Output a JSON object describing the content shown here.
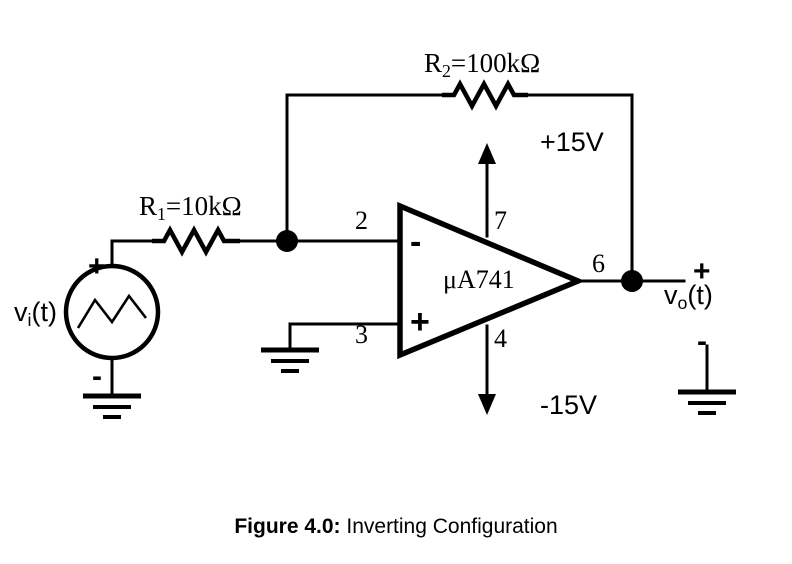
{
  "figure": {
    "caption_label": "Figure 4.0:",
    "caption_text": "Inverting Configuration"
  },
  "components": {
    "r1_label": "R",
    "r1_sub": "1",
    "r1_value": "=10kΩ",
    "r2_label": "R",
    "r2_sub": "2",
    "r2_value": "=100kΩ",
    "opamp_label": "μA741",
    "inverting_sign": "-",
    "non_inverting_sign": "+"
  },
  "pins": {
    "inverting_input": "2",
    "non_inverting_input": "3",
    "positive_supply": "7",
    "negative_supply": "4",
    "output": "6"
  },
  "supplies": {
    "positive": "+15V",
    "negative": "-15V"
  },
  "signals": {
    "input_label": "v",
    "input_sub": "i",
    "input_arg": "(t)",
    "output_label": "v",
    "output_sub": "o",
    "output_arg": "(t)",
    "source_plus": "+",
    "source_minus": "-",
    "output_plus": "+",
    "output_minus": "-"
  },
  "colors": {
    "ink": "#000000",
    "background": "#ffffff"
  }
}
